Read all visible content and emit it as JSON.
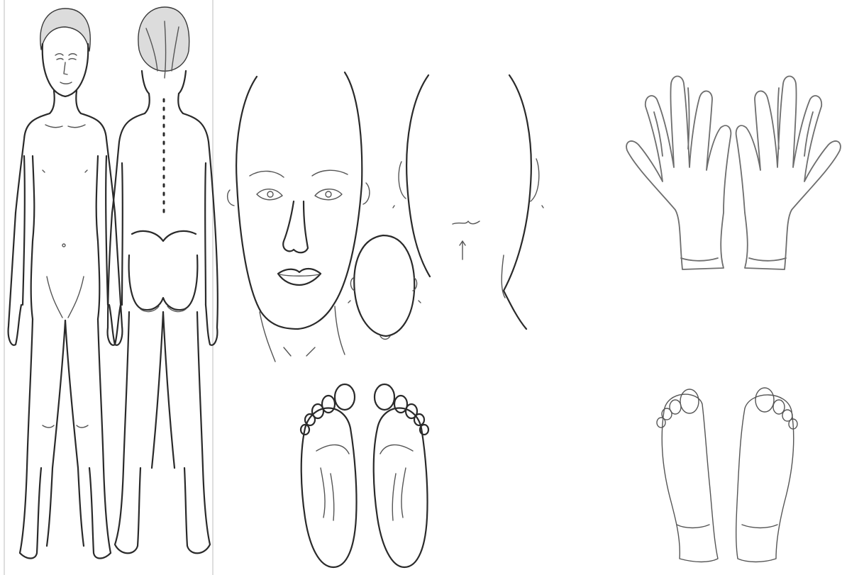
{
  "figure": {
    "views": [
      {
        "id": "body-front",
        "icon": "human-body-front-icon"
      },
      {
        "id": "body-back",
        "icon": "human-body-back-icon"
      },
      {
        "id": "face-front",
        "icon": "face-front-icon"
      },
      {
        "id": "head-top",
        "icon": "head-top-icon"
      },
      {
        "id": "head-back",
        "icon": "head-back-icon"
      },
      {
        "id": "soles",
        "icon": "foot-soles-icon"
      },
      {
        "id": "palms",
        "icon": "hand-palms-icon"
      },
      {
        "id": "feet-dorsal",
        "icon": "feet-dorsal-icon"
      }
    ],
    "colors": {
      "background": "#ffffff",
      "line": "#2a2a2a",
      "palm_line": "#6d6d6d"
    }
  }
}
